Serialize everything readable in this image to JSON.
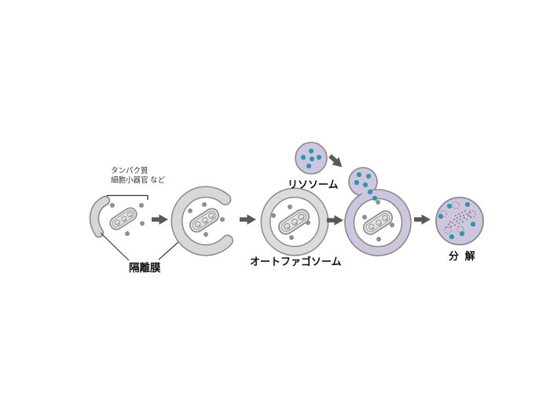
{
  "figure": {
    "background": "#ffffff",
    "cargo_annotation": {
      "line1": "タンパク質",
      "line2": "細胞小器官 など"
    },
    "labels": {
      "isolation_membrane": "隔離膜",
      "lysosome": "リソソーム",
      "autophagosome": "オートファゴソーム",
      "degradation": "分 解"
    },
    "stages": [
      "isolation-membrane-with-cargo",
      "phagophore-cup-engulfing",
      "autophagosome",
      "lysosome-fusion-autolysosome",
      "degradation"
    ],
    "colors": {
      "membrane_fill": "#d8d8d8",
      "membrane_outline": "#8a8a8a",
      "lysosome_fill": "#cdc6de",
      "enzyme_dot": "#2e96ab",
      "cargo_dot": "#8f8f8f",
      "arrow": "#595959",
      "text": "#1a1a1a"
    }
  }
}
